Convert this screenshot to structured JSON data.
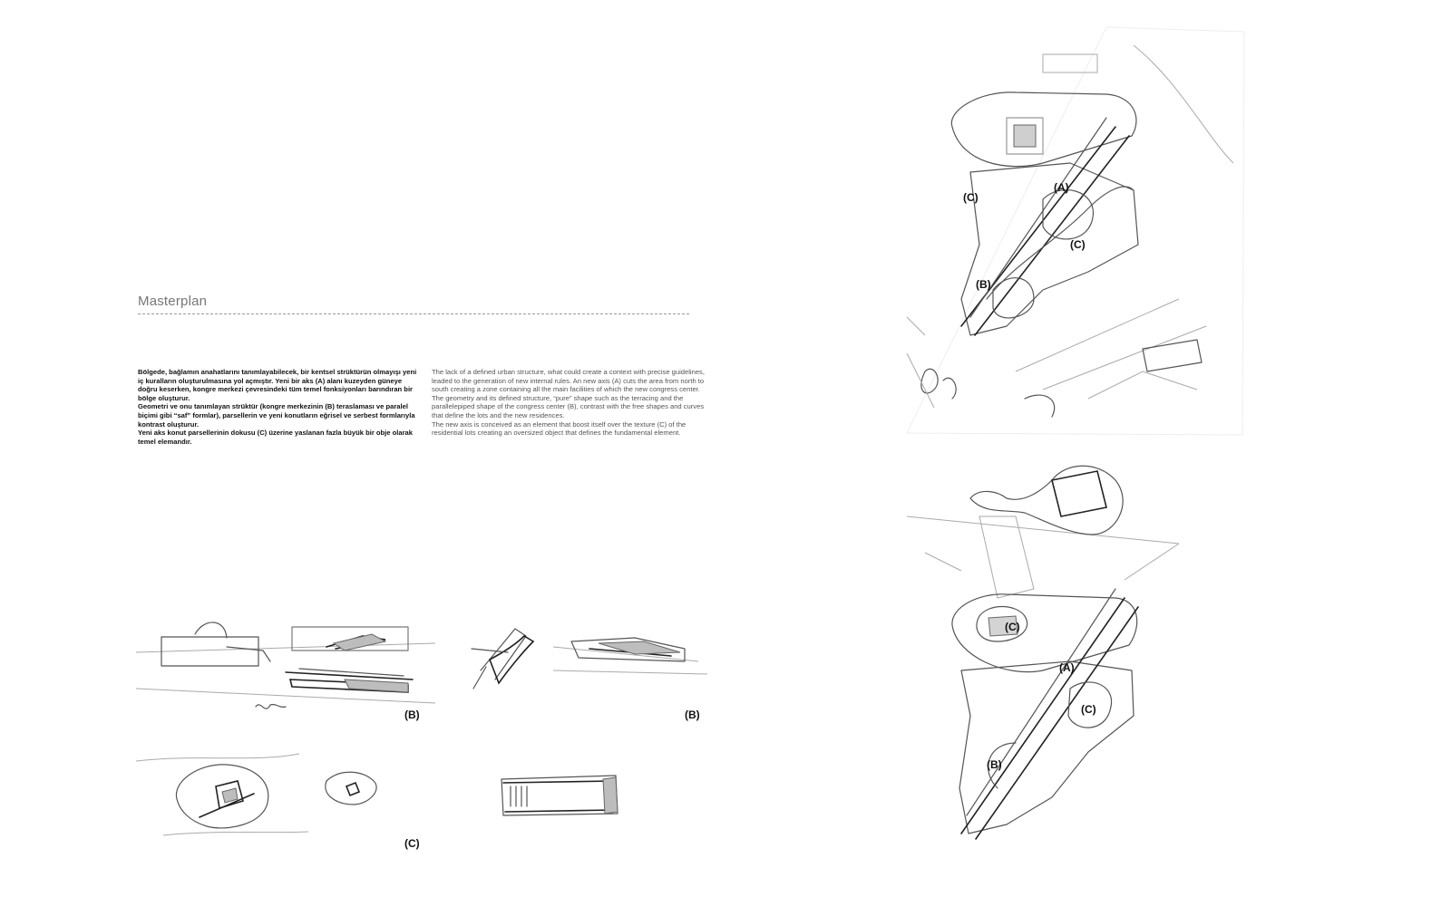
{
  "section": {
    "title": "Masterplan"
  },
  "text_tr": [
    "Bölgede, bağlamın anahatlarını tanımlayabilecek, bir kentsel strüktürün olmayışı yeni iç kuralların oluşturulmasına yol açmıştır. Yeni bir aks (A) alanı kuzeyden güneye doğru keserken, kongre merkezi çevresindeki tüm temel fonksiyonları barındıran bir bölge oluşturur.",
    "Geometri ve onu tanımlayan strüktür (kongre merkezinin (B) teraslaması ve paralel biçimi gibi “saf” formlar), parsellerin ve yeni konutların eğrisel ve serbest formlarıyla kontrast oluşturur.",
    "Yeni aks konut parsellerinin dokusu (C) üzerine yaslanan fazla büyük bir obje olarak temel elemandır."
  ],
  "text_en": [
    "The lack of a defined urban structure, what could create a context with precise guidelines, leaded to the generation of new internal rules. An new axis (A) cuts the area from north to south creating a zone containing all the main facilities of which the new congress center.",
    "The geometry and its defined structure, “pure” shape such as the terracing and the parallelepiped shape of the congress center (B), contrast with the free shapes and curves that define the lots and the new residences.",
    "The new axis is conceived as an element that boost itself over the texture (C) of the residential lots creating an oversized object that defines the fundamental element."
  ],
  "sketches": {
    "sketch1_label": "(B)",
    "sketch2_label": "(B)",
    "sketch3_label": "(C)",
    "plan_top_labels": {
      "a": "(A)",
      "b": "(B)",
      "c1": "(C)",
      "c2": "(C)"
    },
    "plan_bottom_labels": {
      "a": "(A)",
      "b": "(B)",
      "c1": "(C)",
      "c2": "(C)"
    }
  }
}
